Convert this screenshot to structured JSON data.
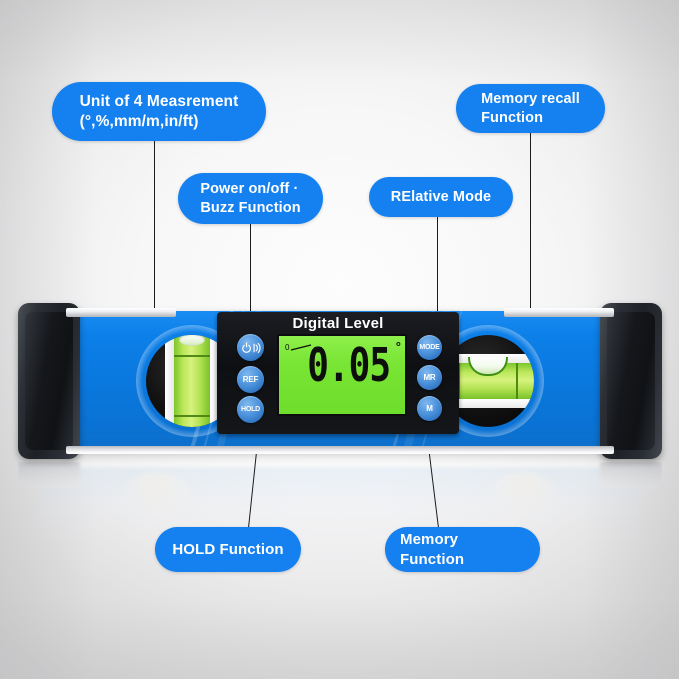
{
  "product": {
    "panel_title": "Digital Level",
    "display": {
      "value": "0.05",
      "unit_symbol": "°",
      "mode_icon": "angle-indicator-icon",
      "mode_icon_label": "0"
    },
    "buttons_left": [
      {
        "name": "power-buzz-button",
        "label": "",
        "icon": "power-sound-icon"
      },
      {
        "name": "ref-button",
        "label": "REF",
        "icon": ""
      },
      {
        "name": "hold-button",
        "label": "HOLD",
        "icon": ""
      }
    ],
    "buttons_right": [
      {
        "name": "mode-button",
        "label": "MODE",
        "icon": ""
      },
      {
        "name": "memory-recall-button",
        "label": "MR",
        "icon": ""
      },
      {
        "name": "memory-button",
        "label": "M",
        "icon": ""
      }
    ],
    "vials": [
      {
        "name": "plumb-vial",
        "orientation": "vertical"
      },
      {
        "name": "level-vial",
        "orientation": "horizontal"
      }
    ]
  },
  "callouts": {
    "unit_of_measurement": "Unit of 4 Measrement\n(°,%,mm/m,in/ft)",
    "power_buzz": "Power on/off ·\nBuzz Function",
    "memory_recall": "Memory recall\nFunction",
    "relative_mode": "RElative Mode",
    "hold_function": "HOLD Function",
    "memory_function": "Memory Function"
  },
  "colors": {
    "callout_blue": "#1580ef",
    "body_blue": "#0c7fe8",
    "lcd_green": "#79e534",
    "button_blue": "#4e94dd",
    "panel_black": "#0d0f12",
    "endcap_gray": "#2c3036",
    "leader_line": "#1c1c1c",
    "background": "#f2f2f3"
  }
}
